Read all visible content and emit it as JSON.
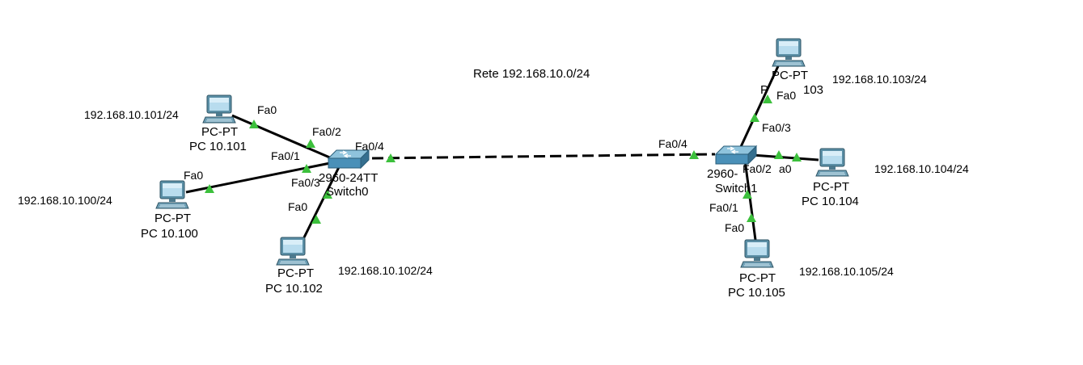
{
  "note": "Rete 192.168.10.0/24",
  "colors": {
    "link": "#000000",
    "led": "#3cc03c",
    "switch_body": "#4a90b8",
    "pc_screen": "#b8dcee",
    "pc_body": "#5b8fa6"
  },
  "switches": [
    {
      "id": "sw0",
      "icon": "switch-icon",
      "model": "2960-24TT",
      "name": "Switch0"
    },
    {
      "id": "sw1",
      "icon": "switch-icon",
      "model": "2960-",
      "name": "Switch1"
    }
  ],
  "pcs": [
    {
      "id": "pc101",
      "icon": "pc-icon",
      "type": "PC-PT",
      "name": "PC 10.101",
      "ip": "192.168.10.101/24"
    },
    {
      "id": "pc100",
      "icon": "pc-icon",
      "type": "PC-PT",
      "name": "PC 10.100",
      "ip": "192.168.10.100/24"
    },
    {
      "id": "pc102",
      "icon": "pc-icon",
      "type": "PC-PT",
      "name": "PC 10.102",
      "ip": "192.168.10.102/24"
    },
    {
      "id": "pc103",
      "icon": "pc-icon",
      "type": "PC-PT",
      "name": "103",
      "ip": "192.168.10.103/24"
    },
    {
      "id": "pc104",
      "icon": "pc-icon",
      "type": "PC-PT",
      "name": "PC 10.104",
      "ip": "192.168.10.104/24"
    },
    {
      "id": "pc105",
      "icon": "pc-icon",
      "type": "PC-PT",
      "name": "PC 10.105",
      "ip": "192.168.10.105/24"
    }
  ],
  "ports": {
    "pc101_fa0": "Fa0",
    "sw0_fa02": "Fa0/2",
    "sw0_fa01": "Fa0/1",
    "pc100_fa0": "Fa0",
    "sw0_fa03": "Fa0/3",
    "pc102_fa0": "Fa0",
    "sw0_fa04": "Fa0/4",
    "sw1_fa04": "Fa0/4",
    "pc103_fa0": "Fa0",
    "sw1_fa03": "Fa0/3",
    "sw1_fa02": "Fa0/2",
    "pc104_fa0": "a0",
    "sw1_fa01": "Fa0/1",
    "pc105_fa0": "Fa0",
    "pc103_type_fragment": "P"
  }
}
